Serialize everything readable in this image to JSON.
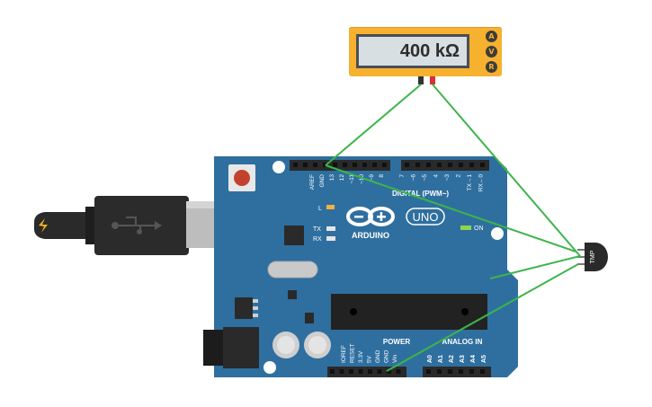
{
  "multimeter": {
    "reading": "400 kΩ",
    "modes": [
      "A",
      "V",
      "R"
    ]
  },
  "arduino": {
    "logo_text": "ARDUINO",
    "model_text": "UNO",
    "digital_header_label": "DIGITAL (PWM~)",
    "digital_pins": [
      "AREF",
      "GND",
      "13",
      "12",
      "~11",
      "~10",
      "~9",
      "8",
      "7",
      "~6",
      "~5",
      "4",
      "~3",
      "2",
      "TX→1",
      "RX←0"
    ],
    "power_label": "POWER",
    "analog_label": "ANALOG IN",
    "power_pins": [
      "IOREF",
      "RESET",
      "3.3V",
      "5V",
      "GND",
      "GND",
      "Vin"
    ],
    "analog_pins": [
      "A0",
      "A1",
      "A2",
      "A3",
      "A4",
      "A5"
    ],
    "led_l": "L",
    "led_tx": "TX",
    "led_rx": "RX",
    "led_on": "ON"
  },
  "sensor": {
    "label": "TMP"
  },
  "colors": {
    "board": "#2f6f9f",
    "wire": "#3cb54a",
    "meter_body": "#f6b12f"
  }
}
